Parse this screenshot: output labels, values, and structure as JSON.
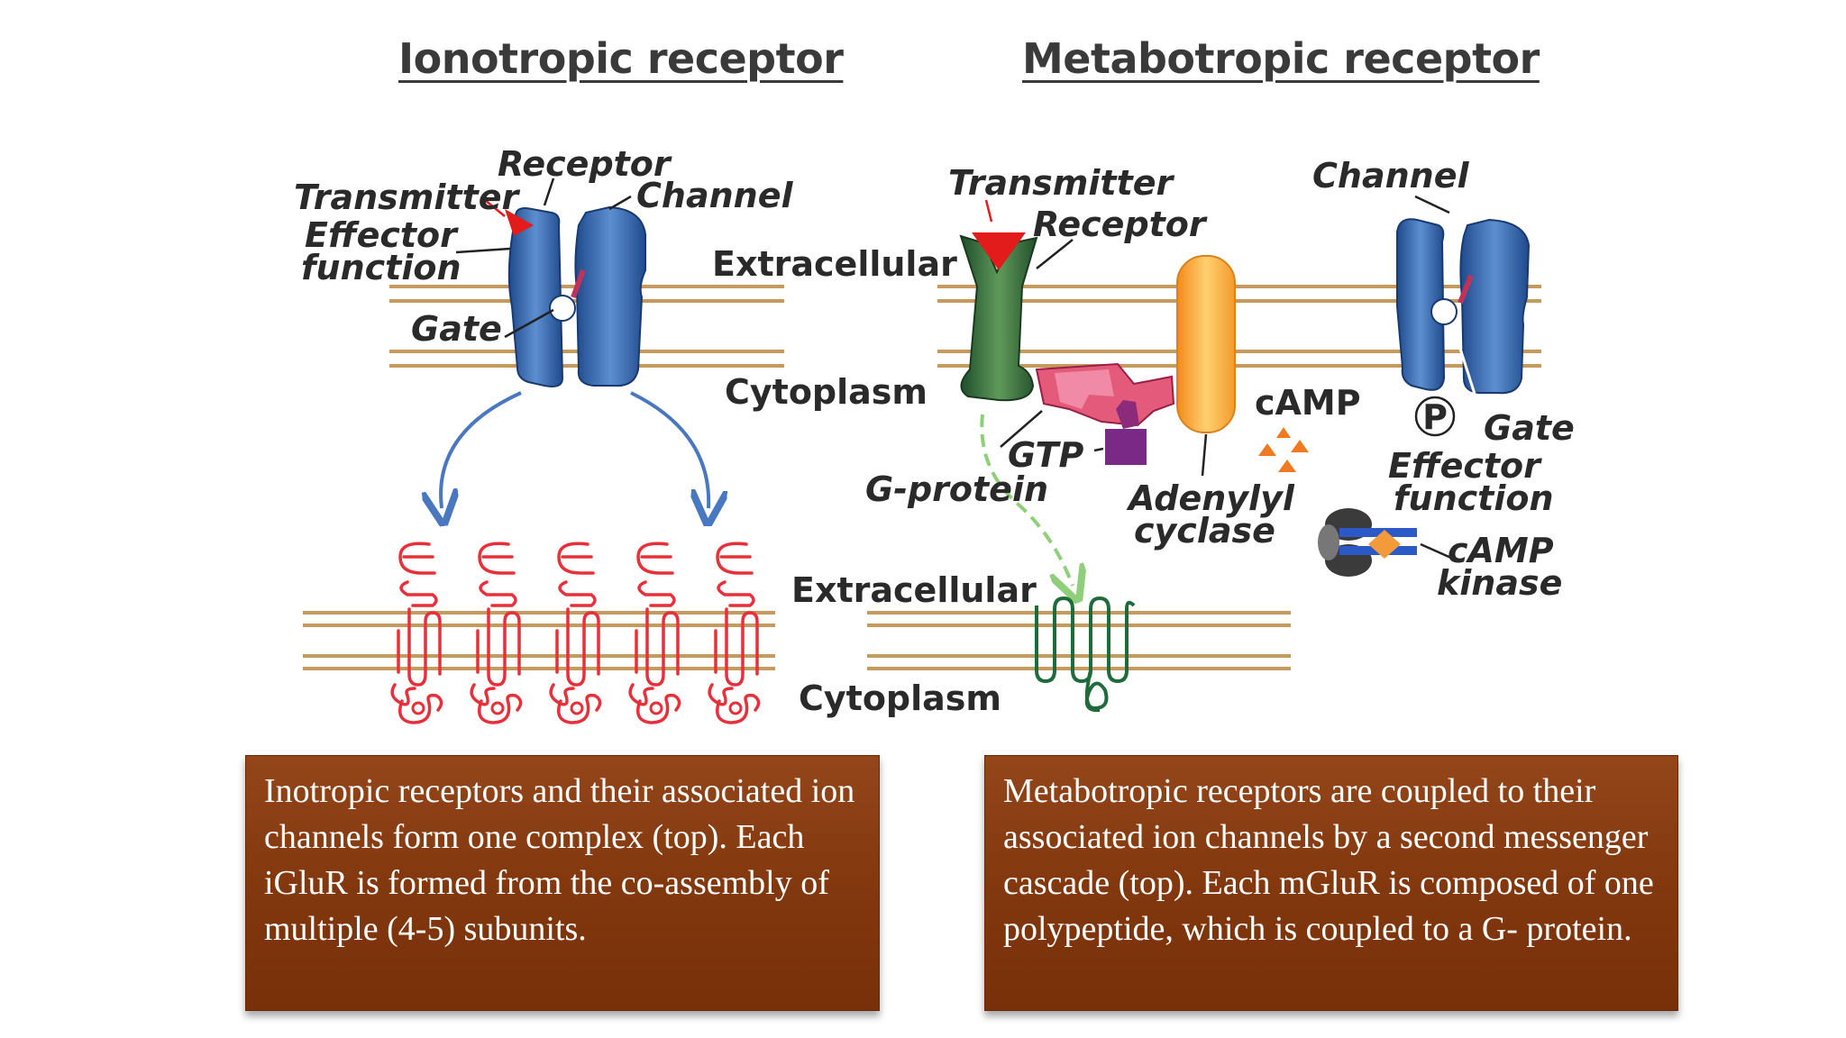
{
  "titles": {
    "ionotropic": "Ionotropic receptor",
    "metabotropic": "Metabotropic receptor"
  },
  "labels": {
    "iono": {
      "receptor": "Receptor",
      "transmitter": "Transmitter",
      "channel": "Channel",
      "effector_1": "Effector",
      "effector_2": "function",
      "gate": "Gate",
      "extracellular": "Extracellular",
      "cytoplasm": "Cytoplasm",
      "extracellular_2": "Extracellular",
      "cytoplasm_2": "Cytoplasm"
    },
    "meta": {
      "transmitter": "Transmitter",
      "receptor": "Receptor",
      "channel": "Channel",
      "camp": "cAMP",
      "gtp": "GTP",
      "gprotein": "G-protein",
      "adenylyl_1": "Adenylyl",
      "adenylyl_2": "cyclase",
      "phospho": "P",
      "gate": "Gate",
      "effector_1": "Effector",
      "effector_2": "function",
      "kinase_1": "cAMP",
      "kinase_2": "kinase"
    }
  },
  "captions": {
    "ionotropic": "Inotropic receptors and their associated ion channels form one complex (top). Each iGluR is formed from the co-assembly of multiple (4-5) subunits.",
    "metabotropic": "Metabotropic receptors are coupled to their associated ion channels by a second messenger cascade (top). Each mGluR is composed of one polypeptide, which is coupled to a G- protein."
  },
  "colors": {
    "membrane": "#c49a5e",
    "channel_blue": "#2f5fa8",
    "transmitter_red": "#e31b1b",
    "subunit_red": "#e8303a",
    "receptor_green": "#2f6b3a",
    "adenylyl_orange": "#f6a43a",
    "gprotein_pink": "#e54a8a",
    "caption_bg": "#84390f"
  }
}
